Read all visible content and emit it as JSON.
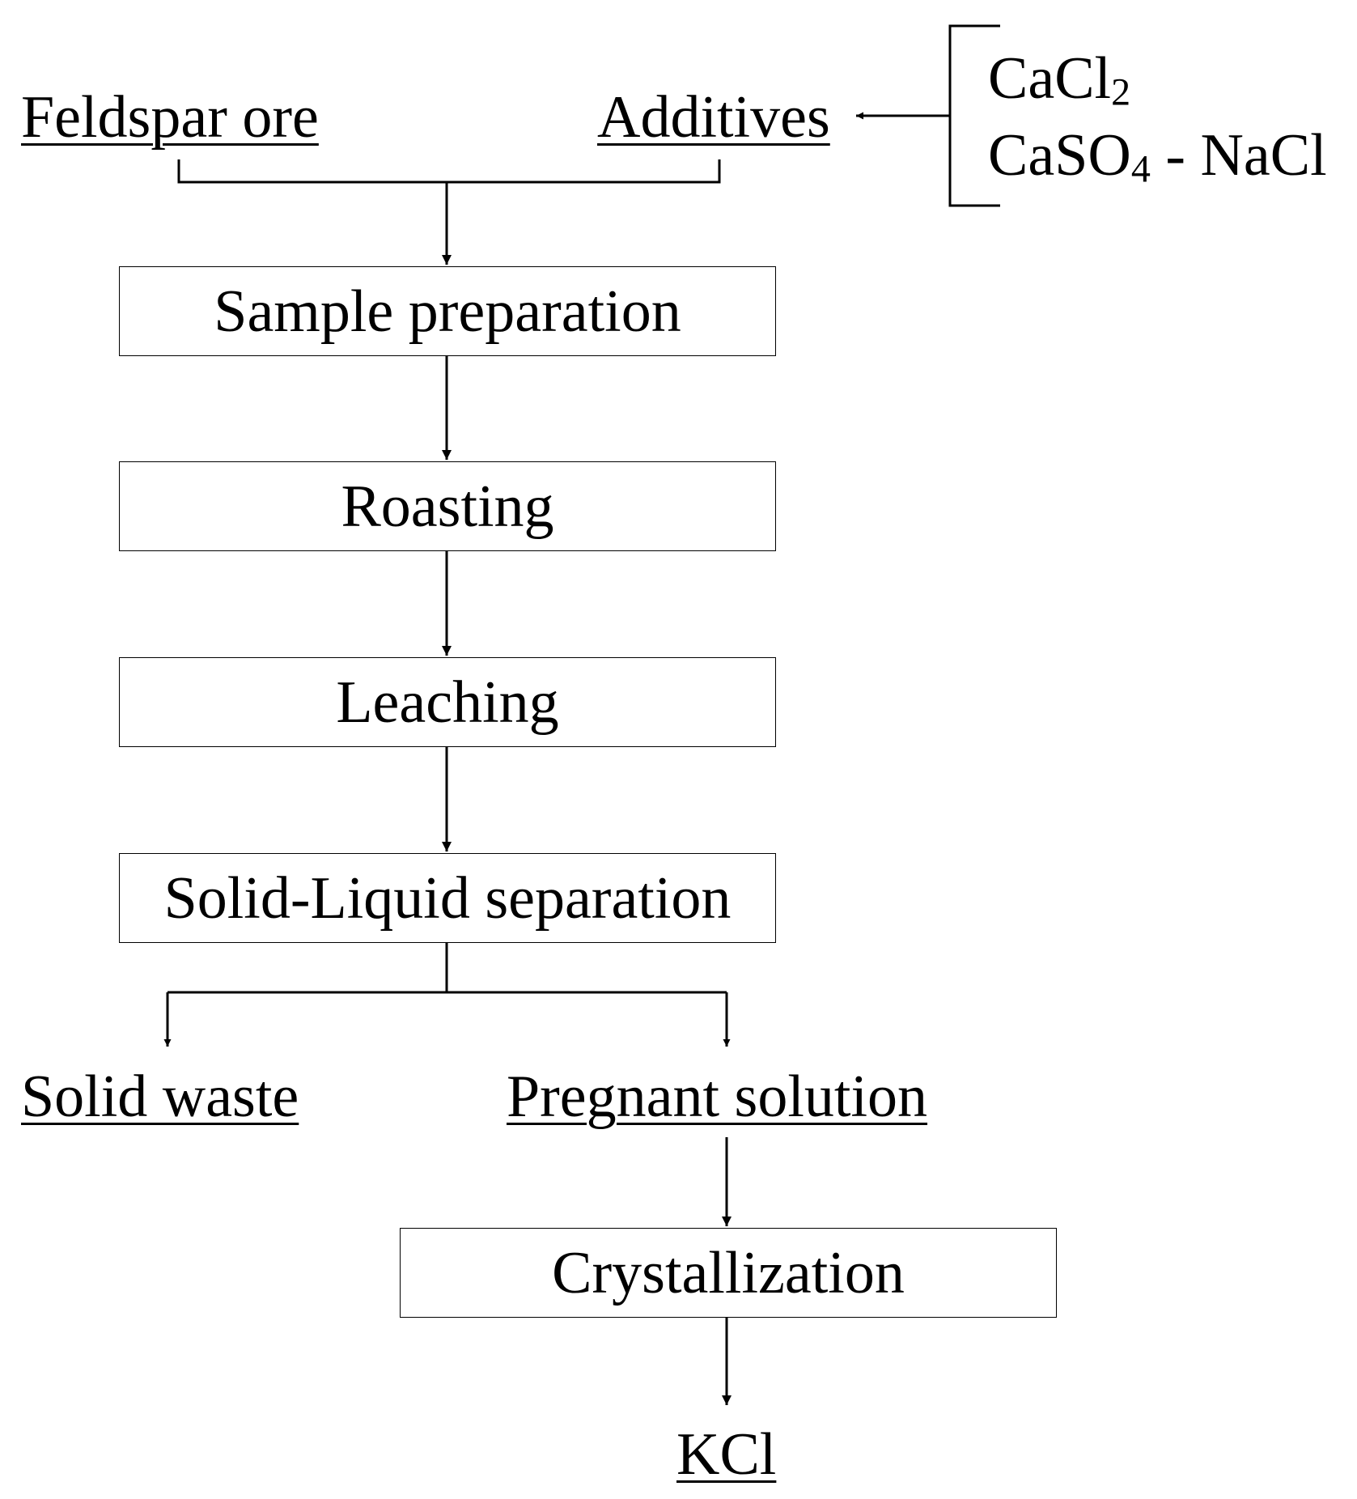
{
  "inputs": {
    "feldspar": "Feldspar ore",
    "additives": "Additives"
  },
  "additive_options": [
    {
      "main": "CaCl",
      "sub": "2",
      "tail": ""
    },
    {
      "main": "CaSO",
      "sub": "4",
      "tail": " - NaCl"
    }
  ],
  "steps": {
    "sample_preparation": "Sample preparation",
    "roasting": "Roasting",
    "leaching": "Leaching",
    "separation": "Solid-Liquid separation",
    "crystallization": "Crystallization"
  },
  "outputs": {
    "solid_waste": "Solid waste",
    "pregnant_solution": "Pregnant solution",
    "product": "KCl"
  }
}
